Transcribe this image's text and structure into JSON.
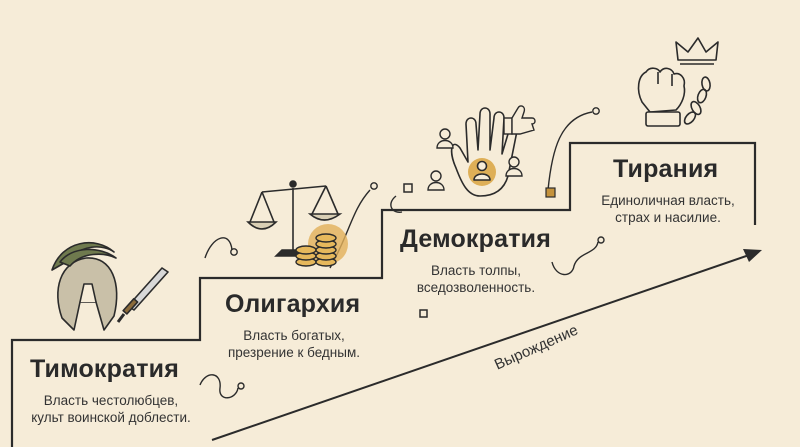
{
  "stages": [
    {
      "title": "Тимократия",
      "desc_line1": "Власть честолюбцев,",
      "desc_line2": "культ воинской доблести.",
      "icon": "spartan-helmet-and-sword"
    },
    {
      "title": "Олигархия",
      "desc_line1": "Власть богатых,",
      "desc_line2": "презрение к бедным.",
      "icon": "scales-and-coins"
    },
    {
      "title": "Демократия",
      "desc_line1": "Власть толпы,",
      "desc_line2": "вседозволенность.",
      "icon": "raised-hand-with-people"
    },
    {
      "title": "Тирания",
      "desc_line1": "Единоличная власть,",
      "desc_line2": "страх и насилие.",
      "icon": "crown-and-chained-fist"
    }
  ],
  "arrow": {
    "label": "Вырождение"
  },
  "colors": {
    "background": "#f6ecd8",
    "line": "#2b2b2b",
    "accent": "#d9a441",
    "olive": "#6f7a4e"
  }
}
